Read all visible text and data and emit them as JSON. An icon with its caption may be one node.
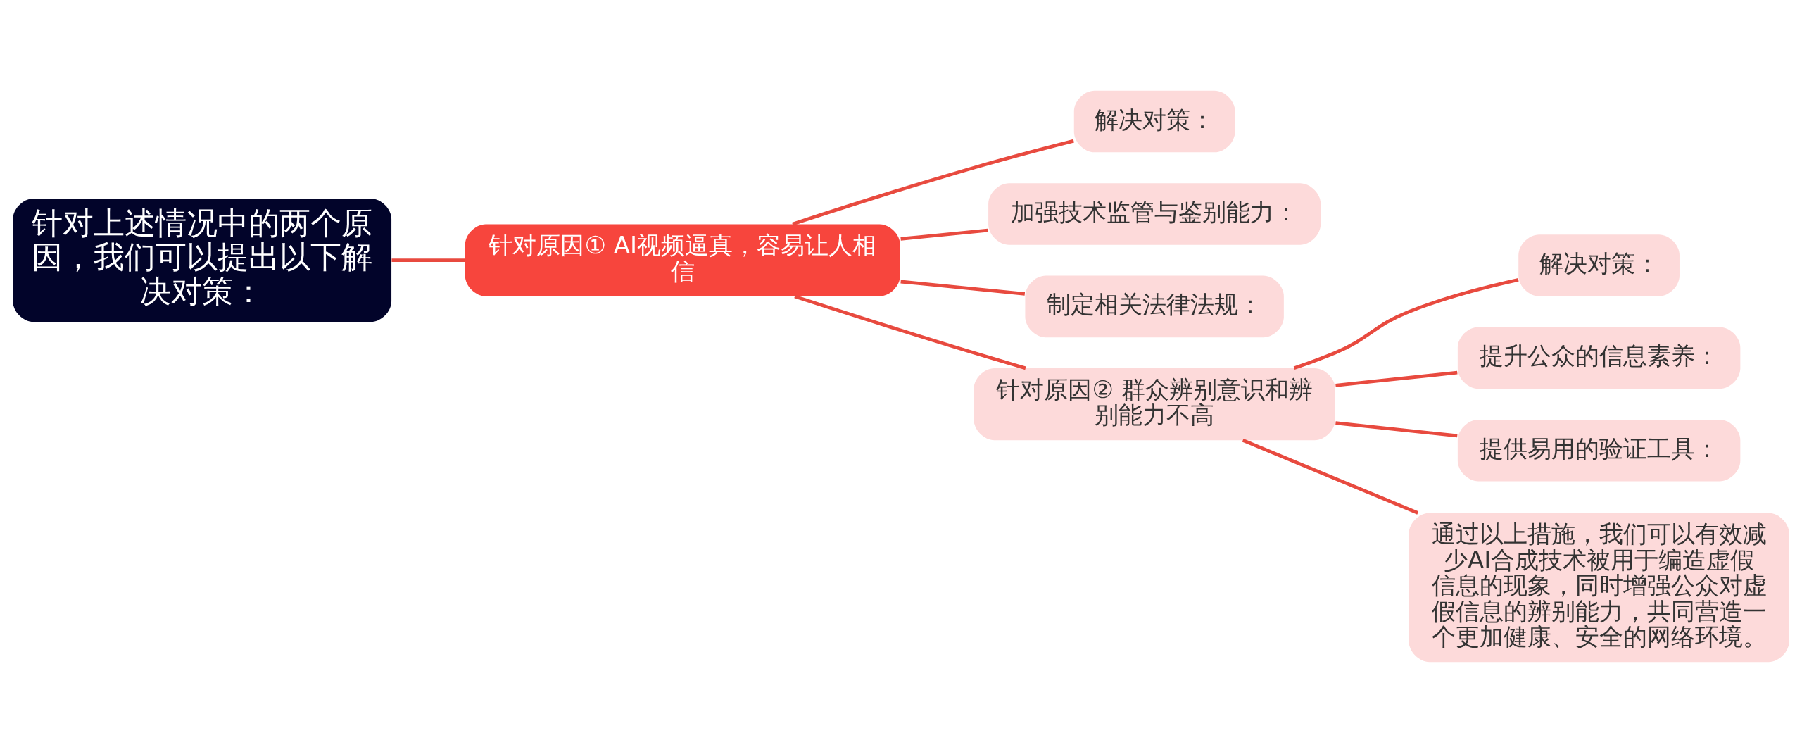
{
  "diagram": {
    "nodes": [
      {
        "text": [
          "针对上述情况中的两个原因，我们可以提出以下解决对策："
        ]
      },
      {
        "text": [
          "针对原因① AI视频逼真，容易让人相信"
        ]
      },
      {
        "text": [
          "解决对策："
        ]
      },
      {
        "text": [
          "加强技术监管与鉴别能力："
        ]
      },
      {
        "text": [
          "制定相关法律法规："
        ]
      },
      {
        "text": [
          "针对原因② 群众辨别意识和辨别能力不高"
        ]
      },
      {
        "text": [
          "解决对策："
        ]
      },
      {
        "text": [
          "提升公众的信息素养："
        ]
      },
      {
        "text": [
          "提供易用的验证工具："
        ]
      },
      {
        "text": [
          "通过以上措施，我们可以有效减少AI合成技术被用于编造虚假信息的现象，同时增强公众对虚假信息的辨别能力，共同营造一个更加健康、安全的网络环境。"
        ]
      }
    ],
    "edges": [
      {
        "from": 0,
        "to": 1,
        "arrow": "none"
      },
      {
        "from": 1,
        "to": 2,
        "arrow": "none"
      },
      {
        "from": 1,
        "to": 3,
        "arrow": "none"
      },
      {
        "from": 1,
        "to": 4,
        "arrow": "none"
      },
      {
        "from": 1,
        "to": 5,
        "arrow": "none"
      },
      {
        "from": 5,
        "to": 6,
        "arrow": "none"
      },
      {
        "from": 5,
        "to": 7,
        "arrow": "none"
      },
      {
        "from": 5,
        "to": 8,
        "arrow": "none"
      },
      {
        "from": 5,
        "to": 9,
        "arrow": "none"
      }
    ]
  }
}
